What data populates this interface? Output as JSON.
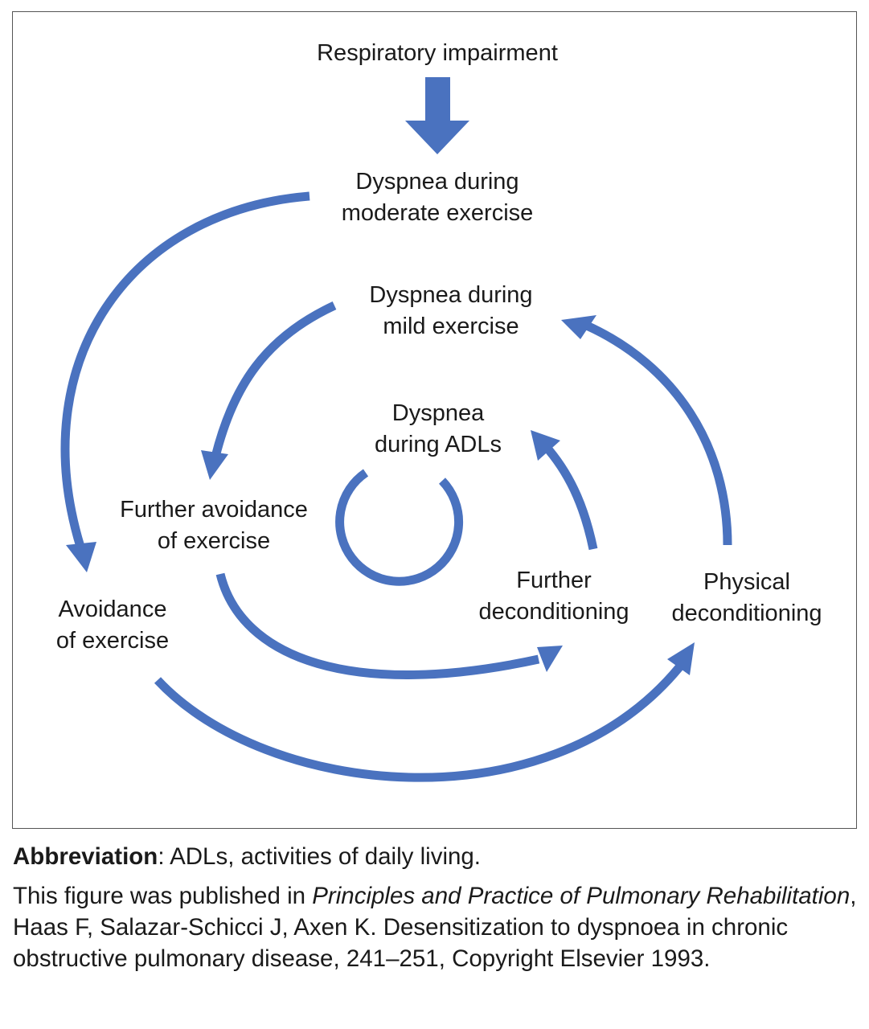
{
  "diagram": {
    "colors": {
      "arrow": "#4a72bf",
      "frame": "#555555",
      "text": "#1a1a1a"
    },
    "nodes": {
      "respiratory_impairment": {
        "lines": [
          "Respiratory impairment"
        ]
      },
      "dyspnea_moderate": {
        "lines": [
          "Dyspnea during",
          "moderate exercise"
        ]
      },
      "dyspnea_mild": {
        "lines": [
          "Dyspnea during",
          "mild exercise"
        ]
      },
      "dyspnea_adls": {
        "lines": [
          "Dyspnea",
          "during ADLs"
        ]
      },
      "further_avoidance": {
        "lines": [
          "Further avoidance",
          "of exercise"
        ]
      },
      "avoidance": {
        "lines": [
          "Avoidance",
          "of exercise"
        ]
      },
      "further_deconditioning": {
        "lines": [
          "Further",
          "deconditioning"
        ]
      },
      "physical_deconditioning": {
        "lines": [
          "Physical",
          "deconditioning"
        ]
      }
    }
  },
  "caption": {
    "abbreviation_term": "Abbreviation",
    "abbreviation_text": ": ADLs, activities of daily living.",
    "source_pre": "This figure was published in ",
    "source_title": "Principles and Practice of Pulmonary Rehabilitation",
    "source_post": ", Haas F, Salazar-Schicci J, Axen K. Desensitization to dyspnoea in chronic obstructive pulmonary disease, 241–251, Copyright Elsevier 1993."
  }
}
